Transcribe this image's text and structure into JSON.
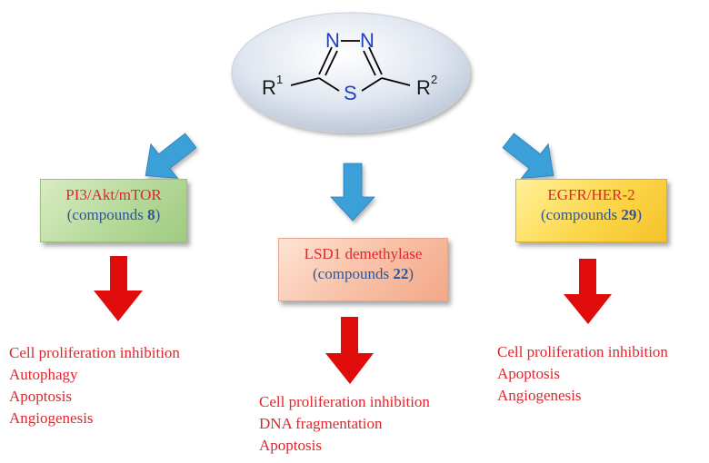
{
  "structure": {
    "n1": "N",
    "n2": "N",
    "s": "S",
    "r1": "R",
    "r1_sup": "1",
    "r2": "R",
    "r2_sup": "2"
  },
  "targets": [
    {
      "name": "PI3/Akt/mTOR",
      "compounds_prefix": "(compounds ",
      "compound_number": "8",
      "compounds_suffix": ")",
      "color": "#b6d99a",
      "effects": [
        "Cell proliferation inhibition",
        "Autophagy",
        "Apoptosis",
        "Angiogenesis"
      ]
    },
    {
      "name": "LSD1 demethylase",
      "compounds_prefix": "(compounds ",
      "compound_number": "22",
      "compounds_suffix": ")",
      "color": "#f8bfa4",
      "effects": [
        "Cell proliferation inhibition",
        "DNA fragmentation",
        "Apoptosis"
      ]
    },
    {
      "name": "EGFR/HER-2",
      "compounds_prefix": "(compounds ",
      "compound_number": "29",
      "compounds_suffix": ")",
      "color": "#fcd64a",
      "effects": [
        "Cell proliferation inhibition",
        "Apoptosis",
        "Angiogenesis"
      ]
    }
  ],
  "colors": {
    "blue_arrow": "#3a9fd8",
    "red_arrow": "#e00b0b",
    "bond": "#000000",
    "atom_label": "#1f3fc4",
    "effect_text": "#e0262c",
    "compound_text": "#2f5597"
  }
}
